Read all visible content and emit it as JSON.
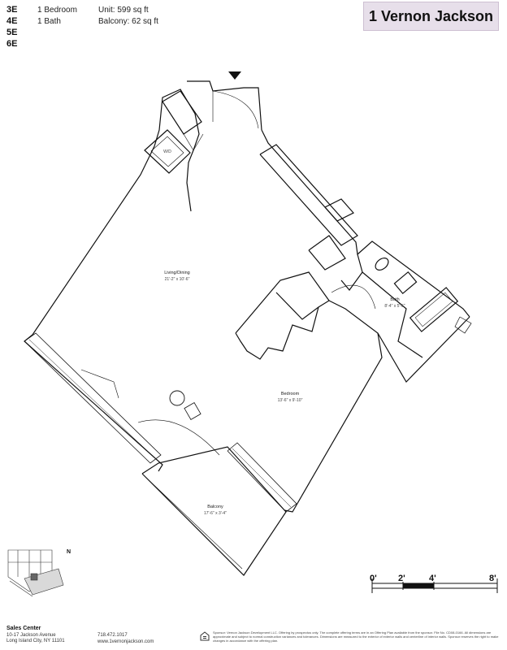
{
  "header": {
    "units": [
      "3E",
      "4E",
      "5E",
      "6E"
    ],
    "bedrooms": "1 Bedroom",
    "baths": "1 Bath",
    "unit_area": "Unit: 599 sq ft",
    "balcony_area": "Balcony: 62 sq ft",
    "brand": "1 Vernon Jackson",
    "brand_color": "#e7dfea"
  },
  "rooms": {
    "living": {
      "name": "Living/Dining",
      "dims": "21'-2\" x 10'-6\""
    },
    "bedroom": {
      "name": "Bedroom",
      "dims": "13'-6\" x 9'-10\""
    },
    "bath": {
      "name": "Bath",
      "dims": "8'-4\" x 5'-6\""
    },
    "balcony": {
      "name": "Balcony",
      "dims": "17'-6\" x 3'-4\""
    },
    "closet": {
      "name": "W/D"
    }
  },
  "key_plan": {
    "north_label": "N"
  },
  "scale": {
    "labels": [
      "0'",
      "2'",
      "4'",
      "8'"
    ]
  },
  "footer": {
    "title": "Sales Center",
    "address_line1": "10-17 Jackson Avenue",
    "address_line2": "Long Island City, NY 11101",
    "phone": "718.472.1017",
    "website": "www.1vernonjackson.com",
    "disclaimer": "Sponsor: Vernon Jackson Development LLC. Offering by prospectus only. The complete offering terms are in an Offering Plan available from the sponsor. File No. CD08-0166. All dimensions are approximate and subject to normal construction variances and tolerances. Dimensions are measured to the exterior of exterior walls and centerline of interior walls. Sponsor reserves the right to make changes in accordance with the offering plan."
  }
}
